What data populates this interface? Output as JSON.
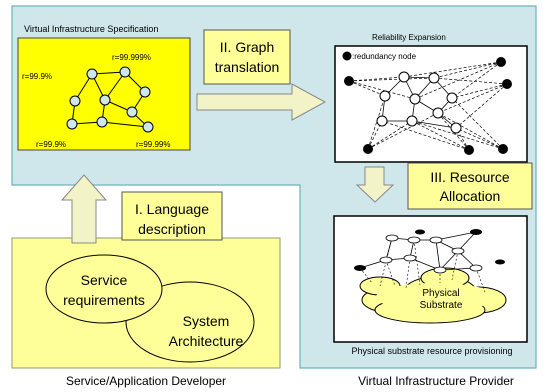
{
  "spec": {
    "title": "Virtual Infrastructure Specification",
    "r1": "r=99.999%",
    "r2": "r=99.9%",
    "r3": "r=99.9%",
    "r4": "r=99.99%"
  },
  "steps": {
    "graph_line1": "II. Graph",
    "graph_line2": "translation",
    "lang_line1": "I. Language",
    "lang_line2": "description",
    "alloc_line1": "III. Resource",
    "alloc_line2": "Allocation"
  },
  "reliability": {
    "title": "Reliability Expansion",
    "legend": ":redundancy node"
  },
  "developer": {
    "service_line1": "Service",
    "service_line2": "requirements",
    "system_line1": "System",
    "system_line2": "Architecture",
    "caption": "Service/Application Developer"
  },
  "provider": {
    "physical_line1": "Physical",
    "physical_line2": "Substrate",
    "provisioning": "Physical substrate resource provisioning",
    "caption": "Virtual Infrastructure Provider"
  },
  "colors": {
    "panel_bg": "#cfe6ea",
    "yellow": "#ffff99",
    "arrow_fill": "#f3f3c8",
    "node_fill": "#cfe6ea"
  }
}
